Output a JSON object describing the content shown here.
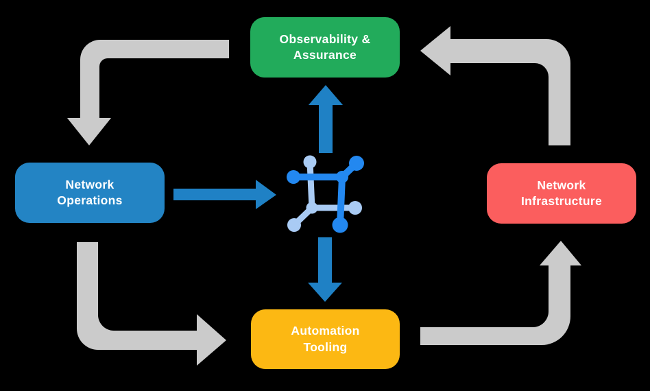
{
  "canvas": {
    "background": "#000000"
  },
  "colors": {
    "cycle_gray": "#CBCBCB",
    "flow_blue": "#1F81C5",
    "icon_dark_blue": "#2388F0",
    "icon_light_blue": "#A9CBF4",
    "text": "#FFFFFF"
  },
  "nodes": [
    {
      "label": "Observability &\nAssurance",
      "color": "#22AB5B"
    },
    {
      "label": "Network\nOperations",
      "color": "#2384C4"
    },
    {
      "label": "Network\nInfrastructure",
      "color": "#FB5E5E"
    },
    {
      "label": "Automation\nTooling",
      "color": "#FCB813"
    }
  ],
  "flows": {
    "outer_cycle": [
      "Observability & Assurance -> Network Operations",
      "Network Operations -> Automation Tooling",
      "Automation Tooling -> Network Infrastructure",
      "Network Infrastructure -> Observability & Assurance"
    ],
    "hub_flows": [
      "Network Operations -> hub",
      "hub -> Observability & Assurance",
      "hub -> Automation Tooling"
    ]
  }
}
